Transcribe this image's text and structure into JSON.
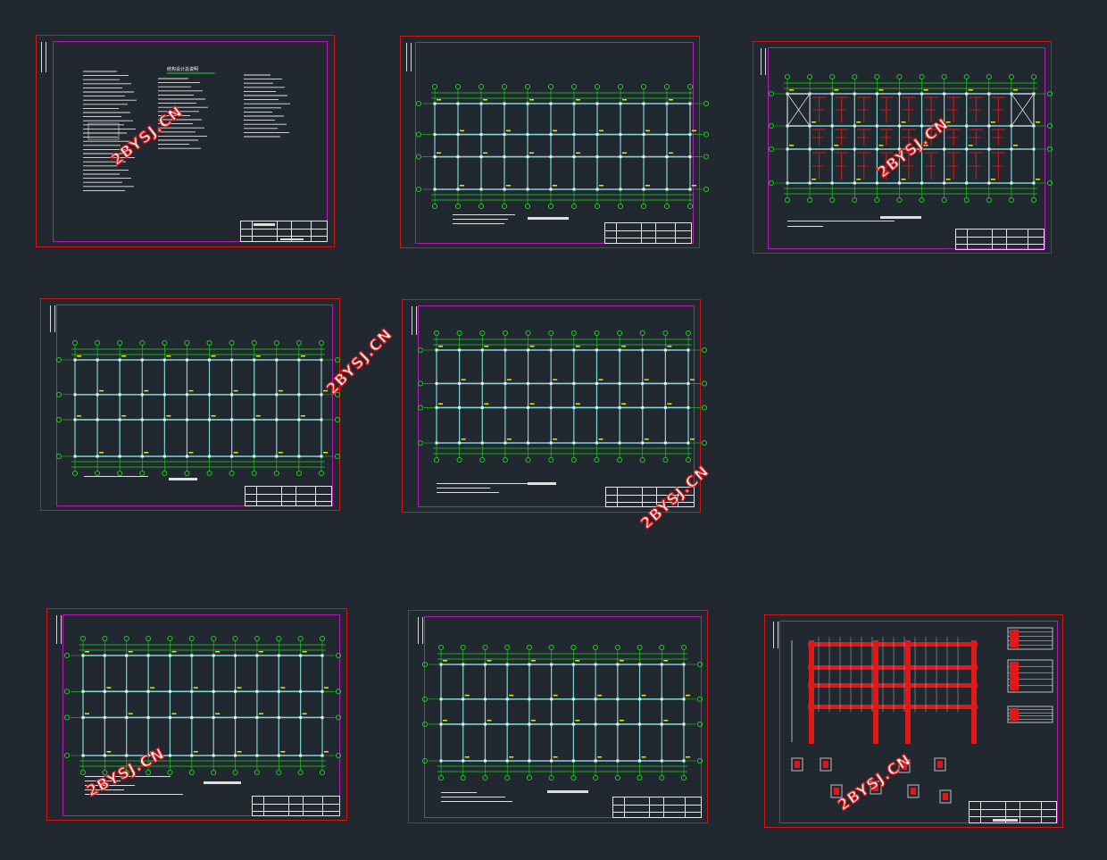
{
  "app": {
    "background": "#212830",
    "border_color": "#d01818",
    "inner_border_color": "#b01cb4",
    "grid_color": "#1ed81e",
    "beam_color": "#7fd6d6",
    "label_color": "#e8e800",
    "accent_red": "#e01818"
  },
  "watermark": {
    "text": "2BYSJ.CN"
  },
  "sheets": [
    {
      "id": "design-notes",
      "kind": "notes",
      "title": "结构设计总说明"
    },
    {
      "id": "plan-1",
      "kind": "plan"
    },
    {
      "id": "plan-2",
      "kind": "plan-red"
    },
    {
      "id": "plan-3",
      "kind": "plan"
    },
    {
      "id": "plan-4",
      "kind": "plan"
    },
    {
      "id": "plan-5",
      "kind": "plan"
    },
    {
      "id": "plan-6",
      "kind": "plan"
    },
    {
      "id": "frame-detail",
      "kind": "frame"
    }
  ]
}
